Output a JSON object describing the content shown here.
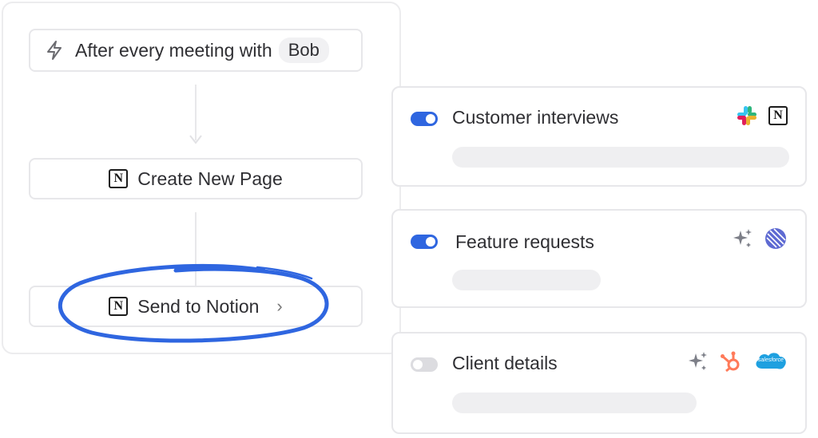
{
  "flow": {
    "trigger": {
      "label": "After every meeting with",
      "chip": "Bob",
      "icon": "lightning-icon"
    },
    "create_step": {
      "label": "Create New Page",
      "icon": "notion-icon"
    },
    "send_step": {
      "label": "Send to Notion",
      "icon": "notion-icon",
      "chevron": "›"
    }
  },
  "cards": [
    {
      "title": "Customer interviews",
      "enabled": true,
      "icons": [
        "slack-icon",
        "notion-icon"
      ]
    },
    {
      "title": "Feature requests",
      "enabled": true,
      "icons": [
        "sparkle-icon",
        "linear-icon"
      ]
    },
    {
      "title": "Client details",
      "enabled": false,
      "icons": [
        "sparkle-icon",
        "hubspot-icon",
        "salesforce-icon"
      ],
      "salesforce_text": "salesforce"
    }
  ],
  "notion_glyph": "N",
  "colors": {
    "accent": "#2f66e0",
    "annotation": "#2f66e0",
    "hubspot": "#ff7a59",
    "salesforce": "#1ea0e0",
    "linear": "#5e6ad2"
  }
}
